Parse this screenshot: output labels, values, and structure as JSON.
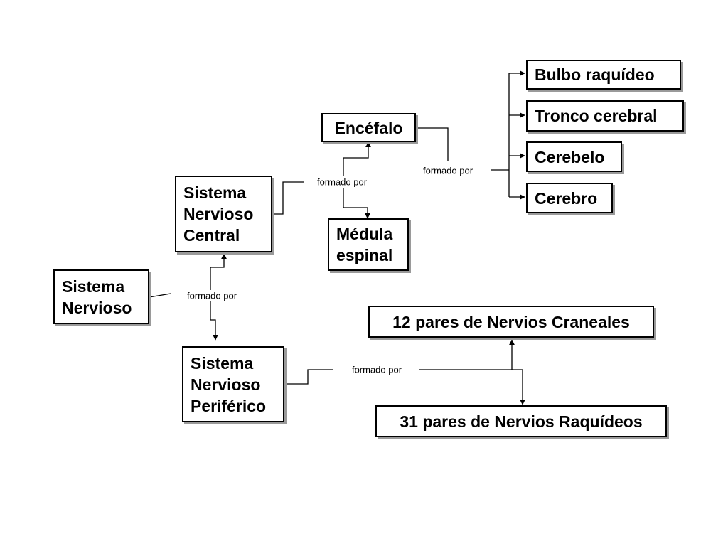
{
  "diagram": {
    "nodes": {
      "sistema_nervioso": "Sistema\nNervioso",
      "snc": "Sistema\nNervioso\nCentral",
      "snp": "Sistema\nNervioso\nPeriférico",
      "encefalo": "Encéfalo",
      "medula": "Médula\nespinal",
      "bulbo": "Bulbo raquídeo",
      "tronco": "Tronco cerebral",
      "cerebelo": "Cerebelo",
      "cerebro": "Cerebro",
      "craneales": "12 pares de Nervios Craneales",
      "raquideos": "31 pares de Nervios Raquídeos"
    },
    "links": {
      "sn": "formado por",
      "snc": "formado por",
      "encefalo": "formado por",
      "snp": "formado por"
    }
  }
}
